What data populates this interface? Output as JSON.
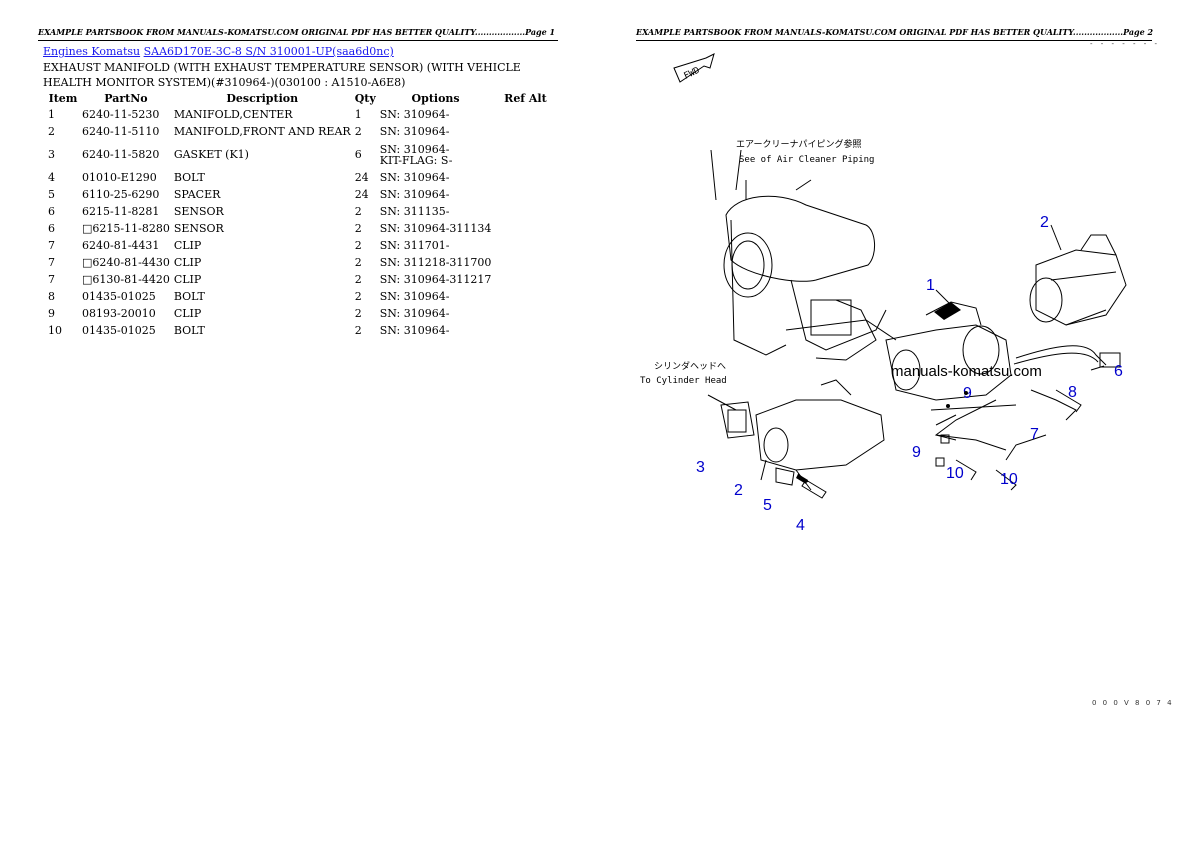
{
  "header": {
    "page1": "EXAMPLE PARTSBOOK FROM MANUALS-KOMATSU.COM ORIGINAL PDF HAS BETTER QUALITY..................Page 1",
    "page2": "EXAMPLE PARTSBOOK FROM MANUALS-KOMATSU.COM ORIGINAL PDF HAS BETTER QUALITY..................Page 2"
  },
  "breadcrumb": {
    "link1": "Engines Komatsu",
    "link2": "SAA6D170E-3C-8 S/N 310001-UP(saa6d0nc)"
  },
  "title": "EXHAUST MANIFOLD (WITH EXHAUST TEMPERATURE SENSOR) (WITH VEHICLE HEALTH MONITOR SYSTEM)(#310964-)(030100 : A1510-A6E8)",
  "table": {
    "headers": {
      "item": "Item",
      "partno": "PartNo",
      "description": "Description",
      "qty": "Qty",
      "options": "Options",
      "refalt": "Ref Alt"
    },
    "rows": [
      {
        "item": "1",
        "partno": "6240-11-5230",
        "description": "MANIFOLD,CENTER",
        "qty": "1",
        "options": "SN: 310964-",
        "refalt": ""
      },
      {
        "item": "2",
        "partno": "6240-11-5110",
        "description": "MANIFOLD,FRONT AND REAR",
        "qty": "2",
        "options": "SN: 310964-",
        "refalt": ""
      },
      {
        "item": "3",
        "partno": "6240-11-5820",
        "description": "GASKET (K1)",
        "qty": "6",
        "options": "SN: 310964-",
        "options2": "KIT-FLAG: S-",
        "refalt": ""
      },
      {
        "item": "4",
        "partno": "01010-E1290",
        "description": "BOLT",
        "qty": "24",
        "options": "SN: 310964-",
        "refalt": ""
      },
      {
        "item": "5",
        "partno": "6110-25-6290",
        "description": "SPACER",
        "qty": "24",
        "options": "SN: 310964-",
        "refalt": ""
      },
      {
        "item": "6",
        "partno": "6215-11-8281",
        "description": "SENSOR",
        "qty": "2",
        "options": "SN: 311135-",
        "refalt": ""
      },
      {
        "item": "6",
        "partno": "□6215-11-8280",
        "description": "SENSOR",
        "qty": "2",
        "options": "SN: 310964-311134",
        "refalt": ""
      },
      {
        "item": "7",
        "partno": "6240-81-4431",
        "description": "CLIP",
        "qty": "2",
        "options": "SN: 311701-",
        "refalt": ""
      },
      {
        "item": "7",
        "partno": "□6240-81-4430",
        "description": "CLIP",
        "qty": "2",
        "options": "SN: 311218-311700",
        "refalt": ""
      },
      {
        "item": "7",
        "partno": "□6130-81-4420",
        "description": "CLIP",
        "qty": "2",
        "options": "SN: 310964-311217",
        "refalt": ""
      },
      {
        "item": "8",
        "partno": "01435-01025",
        "description": "BOLT",
        "qty": "2",
        "options": "SN: 310964-",
        "refalt": ""
      },
      {
        "item": "9",
        "partno": "08193-20010",
        "description": "CLIP",
        "qty": "2",
        "options": "SN: 310964-",
        "refalt": ""
      },
      {
        "item": "10",
        "partno": "01435-01025",
        "description": "BOLT",
        "qty": "2",
        "options": "SN: 310964-",
        "refalt": ""
      }
    ]
  },
  "diagram": {
    "fwd_label": "FWD",
    "note_air_jp": "エアークリーナパイピング参照",
    "note_air_en": "See of Air Cleaner Piping",
    "note_cyl_jp": "シリンダヘッドへ",
    "note_cyl_en": "To Cylinder Head",
    "watermark": "manuals-komatsu.com",
    "callouts": [
      "1",
      "2",
      "3",
      "2",
      "5",
      "4",
      "6",
      "8",
      "9",
      "7",
      "9",
      "10",
      "10"
    ],
    "code": "0 0 0 V 8 0 7 4",
    "accent_color": "#0000cc"
  }
}
